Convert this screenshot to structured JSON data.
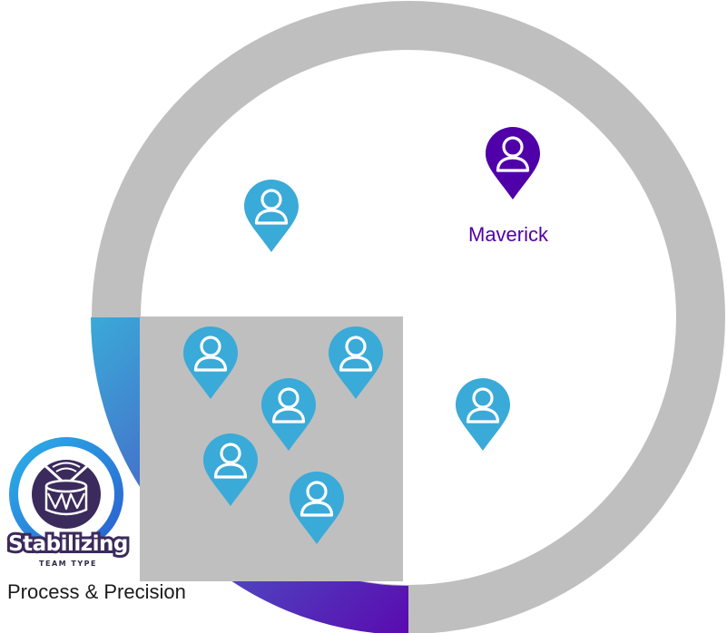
{
  "colors": {
    "ring": "#bfbfbf",
    "quadrant": "#bfbfbf",
    "pin_team": "#3aaad8",
    "pin_highlight": "#5000a8",
    "arc_gradient_start": "#3aaad8",
    "arc_gradient_end": "#5a0ab0",
    "label_highlight": "#5000a8",
    "badge_ring": "#2b9ee0",
    "badge_core": "#3b2a5c"
  },
  "highlight_member": {
    "label": "Maverick",
    "icon": "map-pin-person-icon"
  },
  "team_members": {
    "count": 8,
    "icon": "map-pin-person-icon"
  },
  "team_type_badge": {
    "icon": "drum-icon",
    "title": "Stabilizing",
    "subtitle": "TEAM TYPE"
  },
  "caption": "Process & Precision"
}
